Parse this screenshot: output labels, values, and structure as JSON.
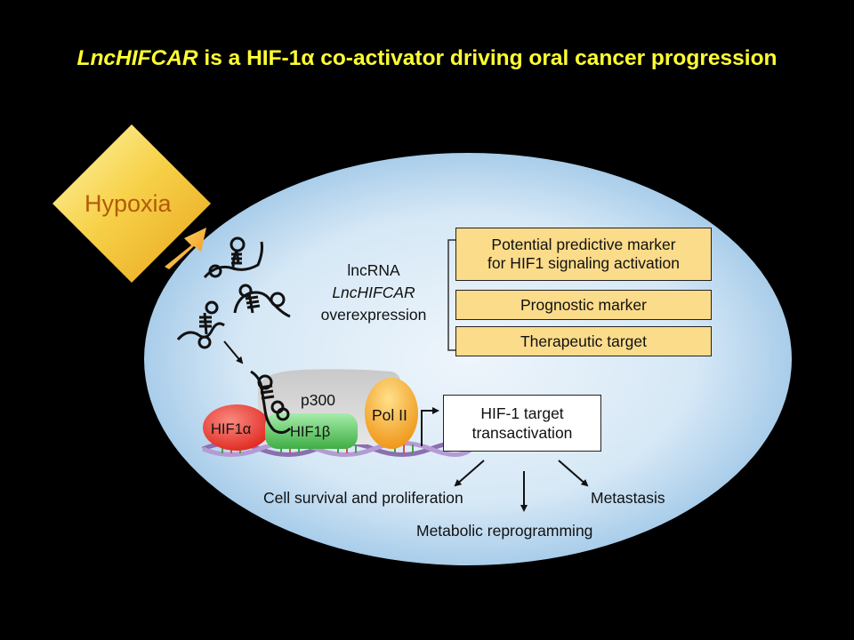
{
  "title": {
    "italic": "LncHIFCAR",
    "rest": " is a HIF-1α co-activator driving oral cancer progression"
  },
  "hypoxia": "Hypoxia",
  "lncrna": {
    "line1": "lncRNA",
    "line2": "LncHIFCAR",
    "line3": "overexpression"
  },
  "applications": {
    "marker_line1": "Potential predictive marker",
    "marker_line2": "for HIF1 signaling activation",
    "prognostic": "Prognostic marker",
    "therapeutic": "Therapeutic target"
  },
  "complex": {
    "p300": "p300",
    "hif1a": "HIF1α",
    "hif1b": "HIF1β",
    "pol2": "Pol II"
  },
  "target": {
    "line1": "HIF-1 target",
    "line2": "transactivation"
  },
  "outcomes": {
    "survival": "Cell survival and proliferation",
    "metabolic": "Metabolic reprogramming",
    "metastasis": "Metastasis"
  },
  "colors": {
    "background": "#000000",
    "title": "#ffff33",
    "cell": "#dcebf7",
    "box": "#fbdc8a",
    "hif1a": "#e8382f",
    "hif1b": "#5cc860",
    "pol2": "#f3a425",
    "p300": "#b8b8b8",
    "hypoxia": "#f5c53a"
  }
}
